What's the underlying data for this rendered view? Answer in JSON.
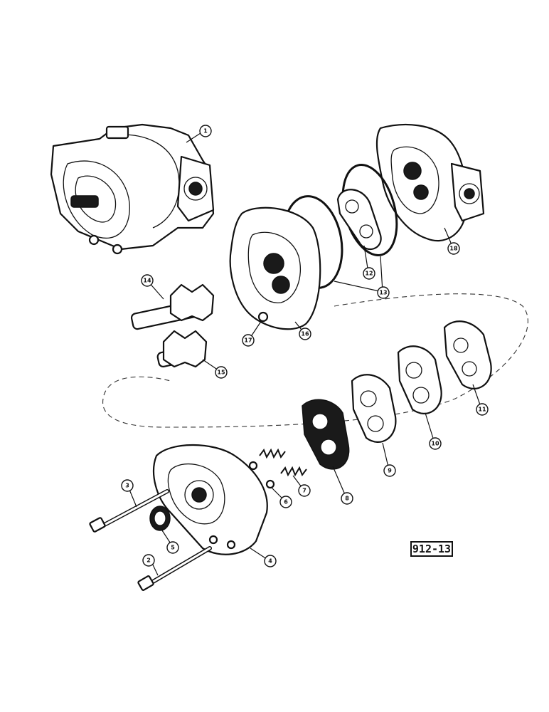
{
  "figure_ref": "912-13",
  "callouts": [
    {
      "id": "1",
      "label": "1"
    },
    {
      "id": "2",
      "label": "2"
    },
    {
      "id": "3",
      "label": "3"
    },
    {
      "id": "4",
      "label": "4"
    },
    {
      "id": "5",
      "label": "5"
    },
    {
      "id": "6",
      "label": "6"
    },
    {
      "id": "7",
      "label": "7"
    },
    {
      "id": "8",
      "label": "8"
    },
    {
      "id": "9",
      "label": "9"
    },
    {
      "id": "10",
      "label": "10"
    },
    {
      "id": "11",
      "label": "11"
    },
    {
      "id": "12",
      "label": "12"
    },
    {
      "id": "13",
      "label": "13"
    },
    {
      "id": "14",
      "label": "14"
    },
    {
      "id": "15",
      "label": "15"
    },
    {
      "id": "16",
      "label": "16"
    },
    {
      "id": "17",
      "label": "17"
    },
    {
      "id": "18",
      "label": "18"
    }
  ]
}
